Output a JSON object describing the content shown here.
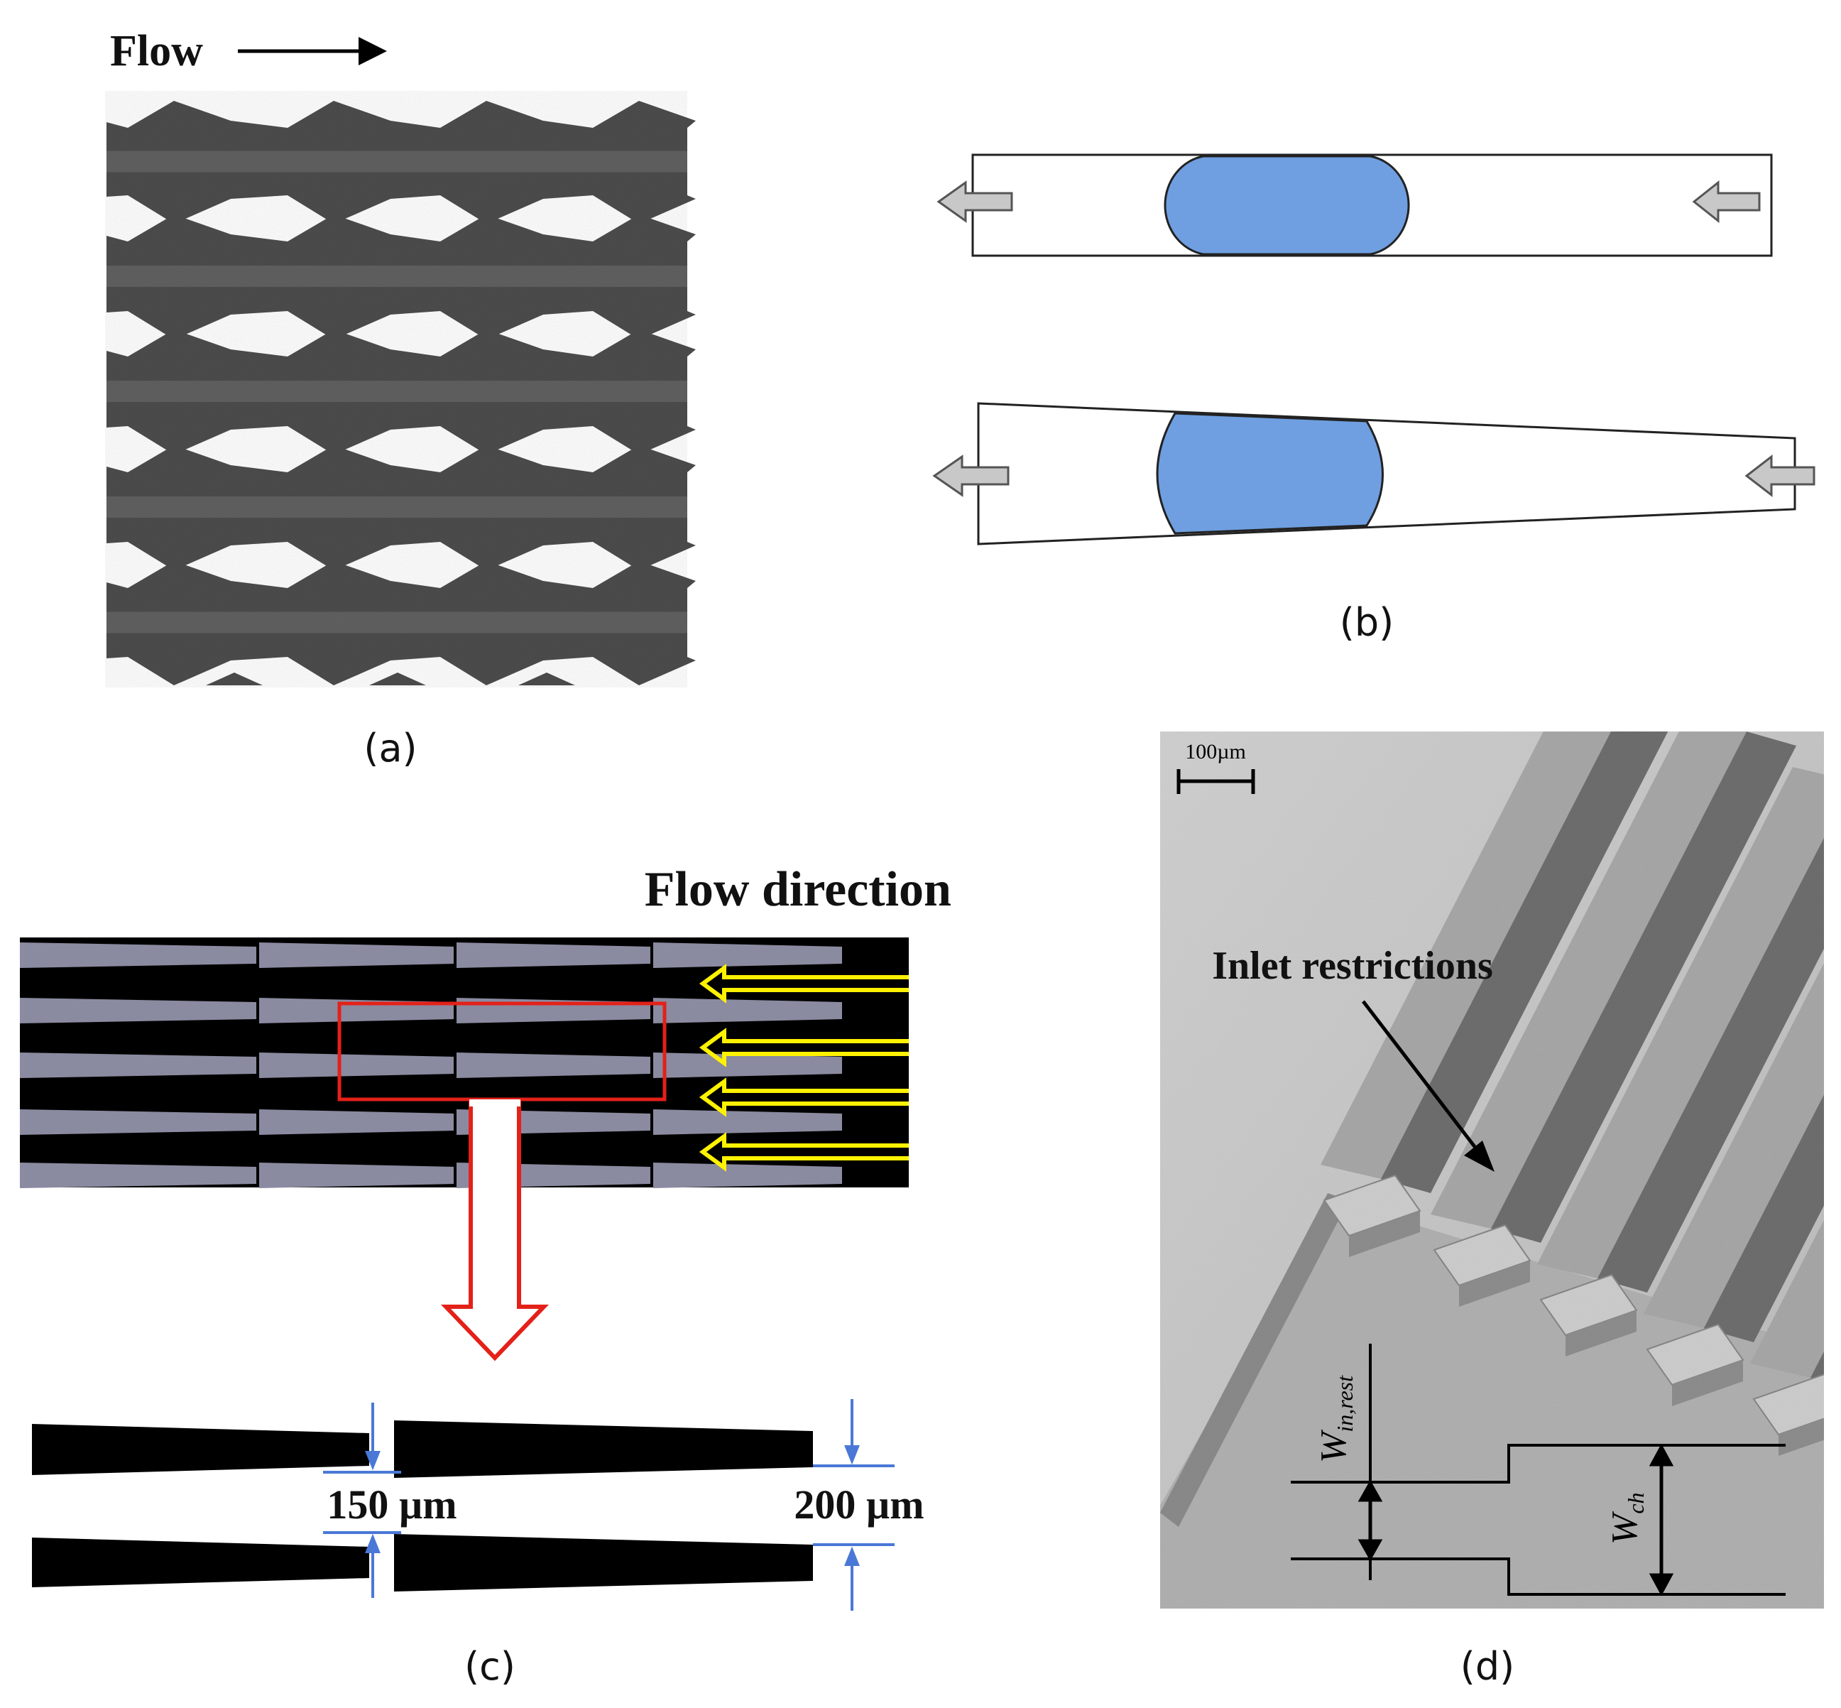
{
  "panel_a": {
    "flow_label": "Flow",
    "caption": "(a)"
  },
  "panel_b": {
    "caption": "(b)"
  },
  "panel_c": {
    "title": "Flow direction",
    "dim_left": "150 µm",
    "dim_right": "200 µm",
    "caption": "(c)"
  },
  "panel_d": {
    "scale_bar": "100µm",
    "annotation": "Inlet restrictions",
    "label_w_in_main": "W",
    "label_w_in_sub": "in,rest",
    "label_w_ch_main": "W",
    "label_w_ch_sub": "ch",
    "caption": "(d)"
  },
  "colors": {
    "droplet": "#6f9fe0",
    "arrow_gray": "#c8c8c8",
    "highlight_red": "#e32119",
    "arrow_yellow": "#fff200",
    "dimension_blue": "#4a78d6",
    "channel_gray": "#8a8aa0"
  }
}
